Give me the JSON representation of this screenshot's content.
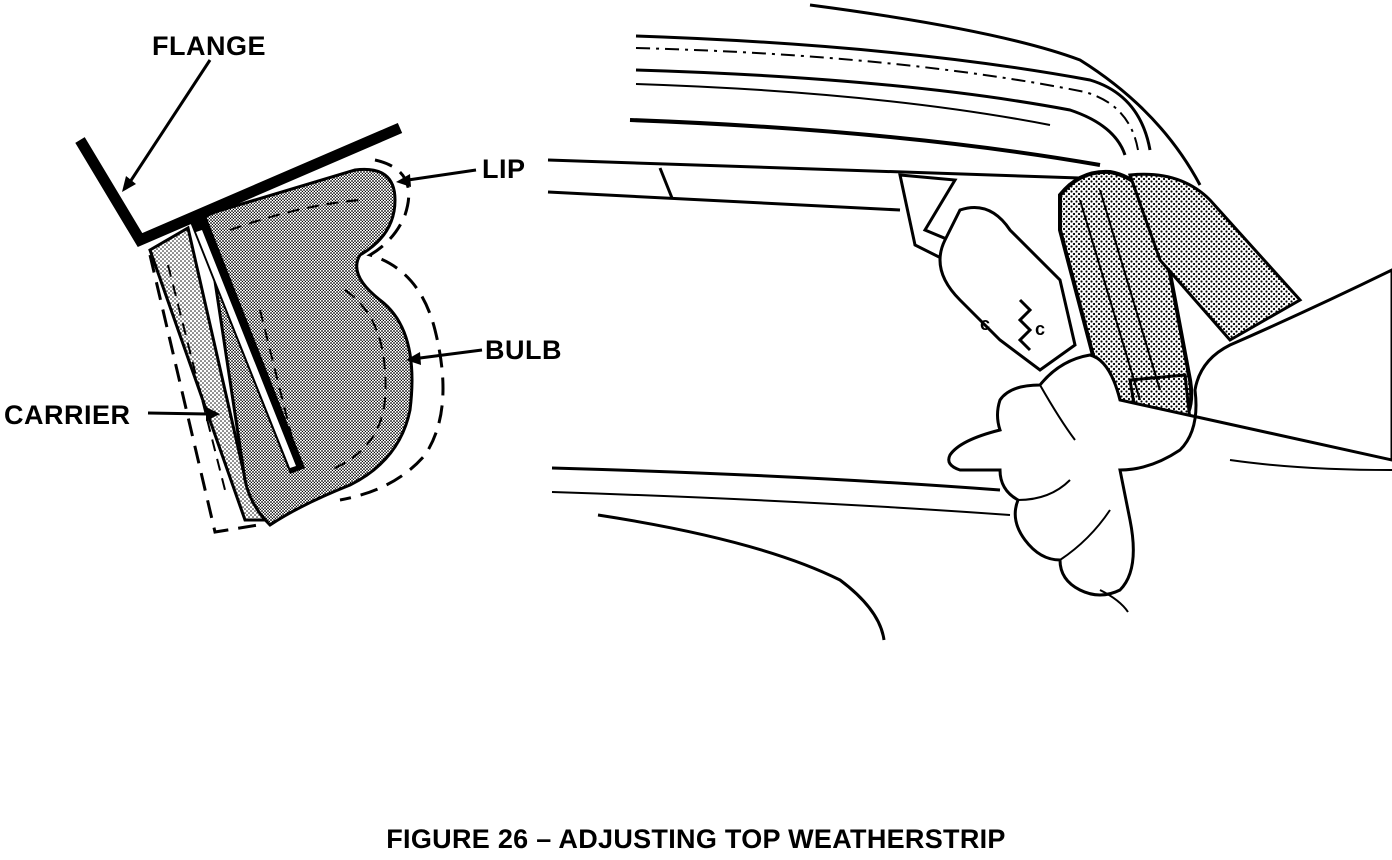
{
  "labels": {
    "flange": "FLANGE",
    "lip": "LIP",
    "bulb": "BULB",
    "carrier": "CARRIER"
  },
  "caption": "FIGURE 26 – ADJUSTING TOP WEATHERSTRIP",
  "colors": {
    "ink": "#000000",
    "paper": "#ffffff",
    "stipple": "#000000"
  }
}
